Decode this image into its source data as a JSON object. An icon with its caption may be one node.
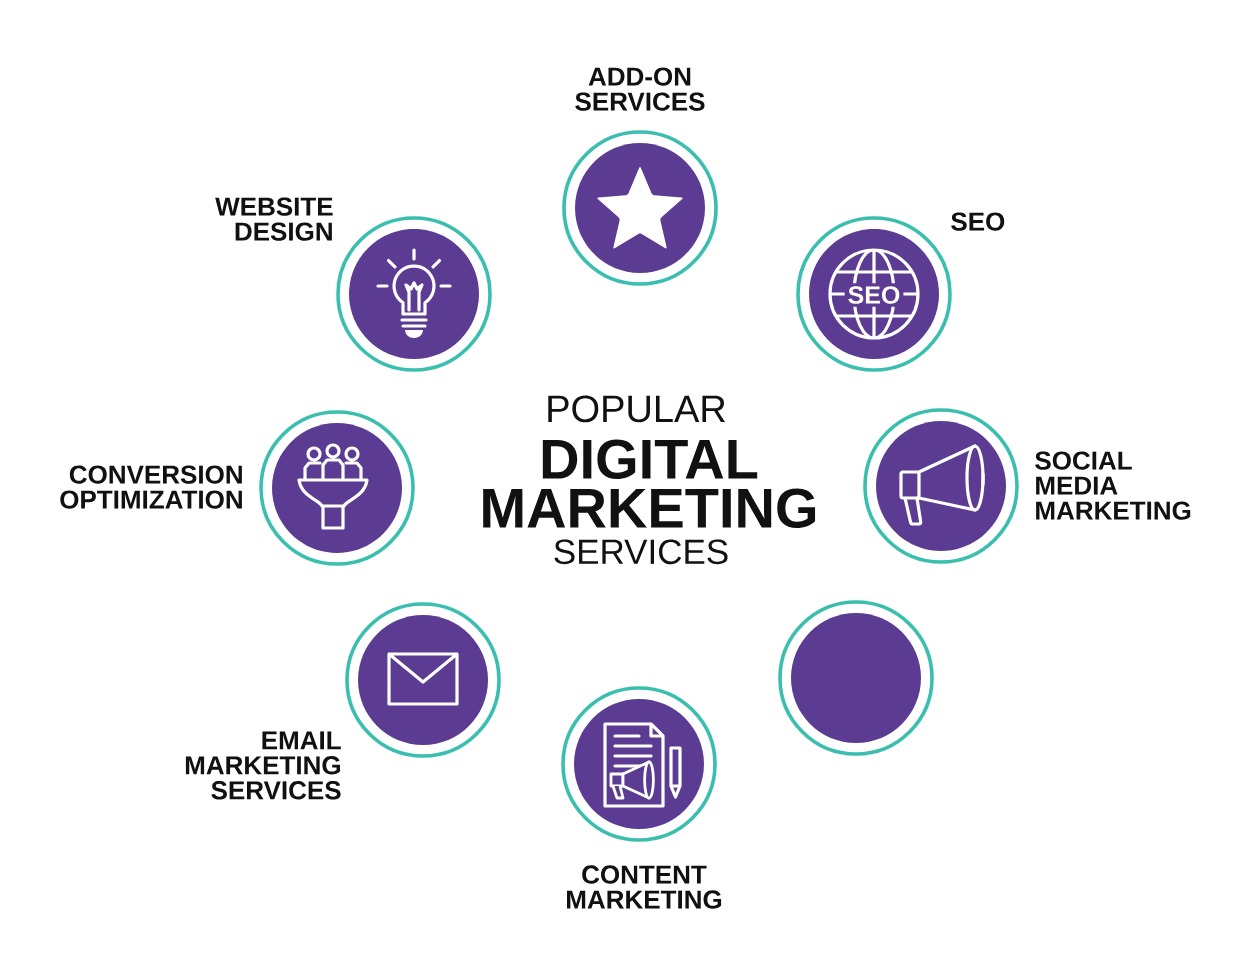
{
  "diagram": {
    "nodes": [
      {
        "text": [
          "ADD-ON SERVICES"
        ]
      },
      {
        "text": [
          "SEO",
          "SEO"
        ]
      },
      {
        "text": [
          "SOCIAL MEDIA MARKETING"
        ]
      },
      {
        "text": [],
        "shape": "circle"
      },
      {
        "text": [
          "CONTENT MARKETING"
        ]
      },
      {
        "text": [
          "EMAIL MARKETING SERVICES"
        ]
      },
      {
        "text": [
          "CONVERSION OPTIMIZATION"
        ]
      },
      {
        "text": [
          "WEBSITE DESIGN"
        ]
      }
    ],
    "labels": [
      "POPULAR",
      "DIGITAL MARKETING",
      "SERVICES"
    ]
  }
}
